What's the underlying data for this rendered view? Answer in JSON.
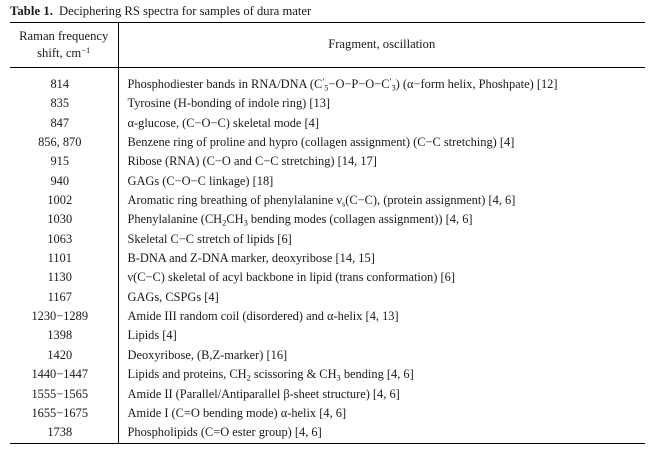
{
  "caption": {
    "label": "Table 1.",
    "text": "Deciphering RS spectra for samples of dura mater"
  },
  "table": {
    "headers": {
      "shift_line1": "Raman frequency",
      "shift_line2_prefix": "shift, cm",
      "shift_line2_sup": "−1",
      "fragment": "Fragment, oscillation"
    },
    "rows": [
      {
        "shift": "814",
        "fragment": "Phosphodiester bands in RNA/DNA (C′5−O−P−O−C′3) (α−form helix, Phoshpate) [12]"
      },
      {
        "shift": "835",
        "fragment": "Tyrosine (H-bonding of indole ring) [13]"
      },
      {
        "shift": "847",
        "fragment": "α-glucose, (C−O−C) skeletal mode [4]"
      },
      {
        "shift": "856, 870",
        "fragment": "Benzene ring of proline and hypro (collagen assignment) (C−C stretching) [4]"
      },
      {
        "shift": "915",
        "fragment": "Ribose (RNA) (C−O and C−C stretching) [14, 17]"
      },
      {
        "shift": "940",
        "fragment": "GAGs (C−O−C linkage) [18]"
      },
      {
        "shift": "1002",
        "fragment": "Aromatic ring breathing of phenylalanine νs(C−C), (protein assignment) [4, 6]"
      },
      {
        "shift": "1030",
        "fragment": "Phenylalanine (CH2CH3 bending modes (collagen assignment)) [4, 6]"
      },
      {
        "shift": "1063",
        "fragment": "Skeletal C−C stretch of lipids [6]"
      },
      {
        "shift": "1101",
        "fragment": "B-DNA and Z-DNA marker, deoxyribose [14, 15]"
      },
      {
        "shift": "1130",
        "fragment": "ν(C−C) skeletal of acyl backbone in lipid (trans conformation) [6]"
      },
      {
        "shift": "1167",
        "fragment": "GAGs, CSPGs [4]"
      },
      {
        "shift": "1230−1289",
        "fragment": "Amide III random coil (disordered) and α-helix [4, 13]"
      },
      {
        "shift": "1398",
        "fragment": "Lipids [4]"
      },
      {
        "shift": "1420",
        "fragment": "Deoxyribose, (B,Z-marker) [16]"
      },
      {
        "shift": "1440−1447",
        "fragment": "Lipids and proteins, CH2 scissoring & CH3 bending [4, 6]"
      },
      {
        "shift": "1555−1565",
        "fragment": "Amide II (Parallel/Antiparallel β-sheet structure) [4, 6]"
      },
      {
        "shift": "1655−1675",
        "fragment": "Amide I (C=O bending mode) α-helix [4, 6]"
      },
      {
        "shift": "1738",
        "fragment": "Phospholipids (C=O ester group) [4, 6]"
      }
    ]
  },
  "colors": {
    "text": "#1a1a1a",
    "rule": "#000000",
    "background": "#ffffff"
  }
}
